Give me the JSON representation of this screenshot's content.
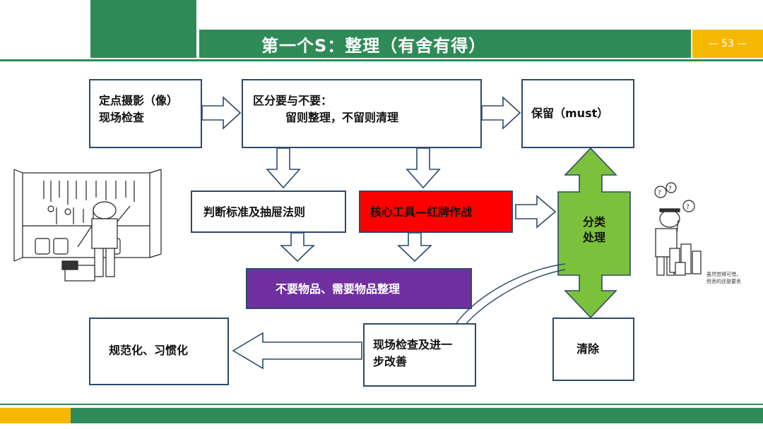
{
  "header": {
    "title": "第一个S：整理（有舍有得）",
    "page_number": "— 53 —"
  },
  "boxes": {
    "photo": {
      "line1": "定点摄影（像）",
      "line2": "现场检查"
    },
    "distinguish": {
      "line1": "区分要与不要：",
      "line2": "留则整理，不留则清理"
    },
    "keep": "保留（must）",
    "criteria": "判断标准及抽屉法则",
    "red_tag": "核心工具—红牌作战",
    "sort": {
      "line1": "分类",
      "line2": "处理"
    },
    "items": "不要物品、需要物品整理",
    "standardize": "规范化、习惯化",
    "inspect": {
      "line1": "现场检查及进一",
      "line2": "步改善"
    },
    "remove": "清除"
  },
  "side_note": {
    "line1": "虽然觉得可惜，",
    "line2": "但丢的还是要丢"
  },
  "colors": {
    "brand_green": "#2e8b57",
    "accent_yellow": "#f5b800",
    "red_box": "#ff0000",
    "purple_box": "#7030a0",
    "sort_arrow": "#7cc13b"
  }
}
